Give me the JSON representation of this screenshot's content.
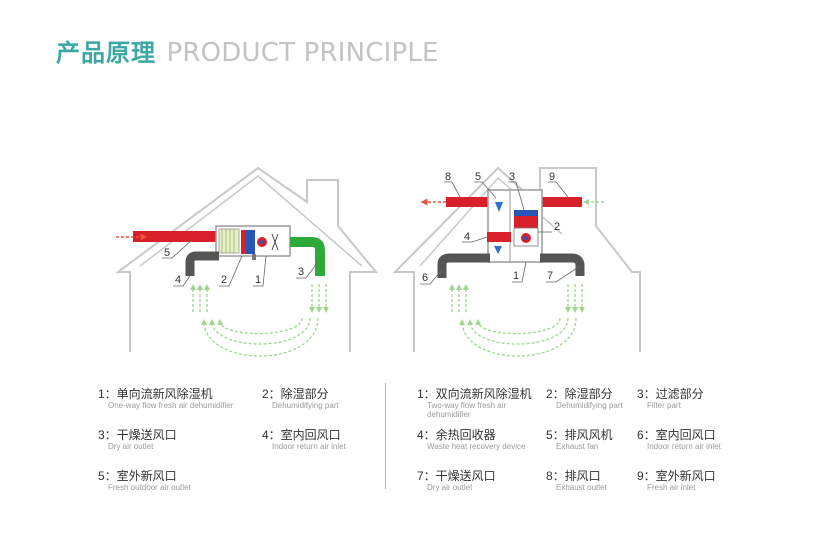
{
  "title": {
    "cn": "产品原理",
    "en": "PRODUCT PRINCIPLE"
  },
  "colors": {
    "accent": "#3aa7a3",
    "house_outline": "#c8c8c8",
    "duct_red": "#d8202a",
    "duct_dark": "#555555",
    "duct_green": "#2eaa3a",
    "arrow_green": "#9ed68f",
    "arrow_red": "#e8553c"
  },
  "diagram_left": {
    "callouts": [
      "5",
      "4",
      "2",
      "1",
      "3"
    ]
  },
  "diagram_right": {
    "callouts": [
      "8",
      "5",
      "3",
      "9",
      "4",
      "2",
      "6",
      "1",
      "7"
    ]
  },
  "legend_left": [
    {
      "cn": "1：单向流新风除湿机",
      "en": "One-way flow fresh air dehumidifier"
    },
    {
      "cn": "2：除湿部分",
      "en": "Dehumidifying part"
    },
    {
      "cn": "3：干燥送风口",
      "en": "Dry air outlet"
    },
    {
      "cn": "4：室内回风口",
      "en": "Indoor return air inlet"
    },
    {
      "cn": "5：室外新风口",
      "en": "Fresh outdoor air outlet"
    }
  ],
  "legend_right": [
    {
      "cn": "1：双向流新风除湿机",
      "en": "Two-way flow fresh air\ndehumidifier"
    },
    {
      "cn": "2：除湿部分",
      "en": "Dehumidifying part"
    },
    {
      "cn": "3：过滤部分",
      "en": "Filter part"
    },
    {
      "cn": "4：余热回收器",
      "en": "Waste heat recovery device"
    },
    {
      "cn": "5：排风风机",
      "en": "Exhaust fan"
    },
    {
      "cn": "6：室内回风口",
      "en": "Indoor return air inlet"
    },
    {
      "cn": "7：干燥送风口",
      "en": "Dry air outlet"
    },
    {
      "cn": "8：排风口",
      "en": "Exhaust outlet"
    },
    {
      "cn": "9：室外新风口",
      "en": "Fresh air inlet"
    }
  ]
}
